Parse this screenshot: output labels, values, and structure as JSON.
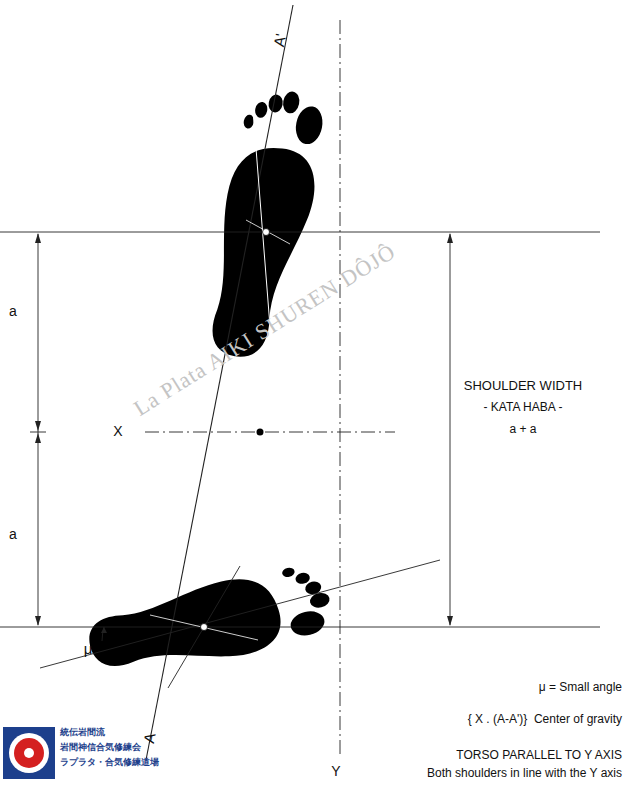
{
  "diagram": {
    "labels": [
      "A'",
      "a",
      "a",
      "X",
      "SHOULDER WIDTH",
      "- KATA HABA -",
      "a + a",
      "μ",
      "A",
      "Y",
      "μ = Small angle",
      "{ X . (A-A')}  Center of gravity",
      "TORSO PARALLEL TO Y AXIS",
      "Both shoulders in line with the Y axis",
      "La Plata AIKI SHUREN DÔJÔ",
      "統伝岩間流",
      "岩間神信合気修練会",
      "ラプラタ・合気修練道場"
    ]
  }
}
